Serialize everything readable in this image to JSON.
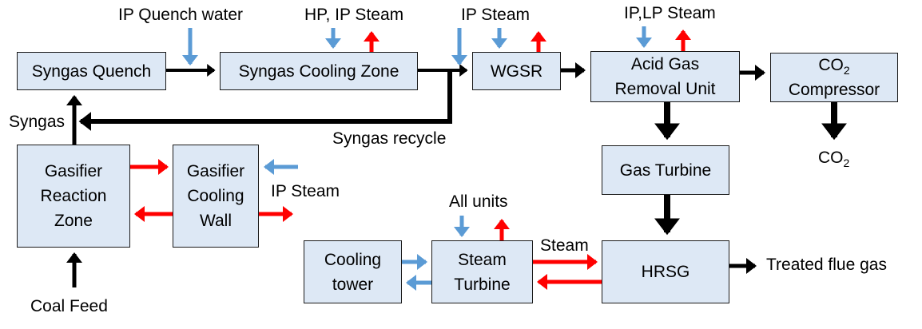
{
  "colors": {
    "box_fill": "#dde8f5",
    "box_border": "#1a1a1a",
    "process_flow": "#000000",
    "cold_water_steam": "#5b9bd5",
    "hot_steam": "#ff0000"
  },
  "boxes": {
    "syngas_quench": {
      "line1": "Syngas Quench"
    },
    "syngas_cooling_zone": {
      "line1": "Syngas Cooling Zone"
    },
    "wgsr": {
      "line1": "WGSR"
    },
    "acid_gas_removal": {
      "line1": "Acid Gas",
      "line2": "Removal Unit"
    },
    "co2_compressor": {
      "line1_main": "CO",
      "line1_sub": "2",
      "line2": "Compressor"
    },
    "gasifier_reaction_zone": {
      "line1": "Gasifier",
      "line2": "Reaction",
      "line3": "Zone"
    },
    "gasifier_cooling_wall": {
      "line1": "Gasifier",
      "line2": "Cooling",
      "line3": "Wall"
    },
    "gas_turbine": {
      "line1": "Gas Turbine"
    },
    "cooling_tower": {
      "line1": "Cooling",
      "line2": "tower"
    },
    "steam_turbine": {
      "line1": "Steam",
      "line2": "Turbine"
    },
    "hrsg": {
      "line1": "HRSG"
    }
  },
  "labels": {
    "ip_quench_water": "IP Quench water",
    "hp_ip_steam": "HP, IP Steam",
    "ip_steam_wgsr": "IP Steam",
    "ip_lp_steam": "IP,LP Steam",
    "syngas": "Syngas",
    "syngas_recycle": "Syngas recycle",
    "ip_steam_wall": "IP Steam",
    "coal_feed": "Coal Feed",
    "co2_out_main": "CO",
    "co2_out_sub": "2",
    "all_units": "All units",
    "steam": "Steam",
    "treated_flue_gas": "Treated flue gas"
  }
}
